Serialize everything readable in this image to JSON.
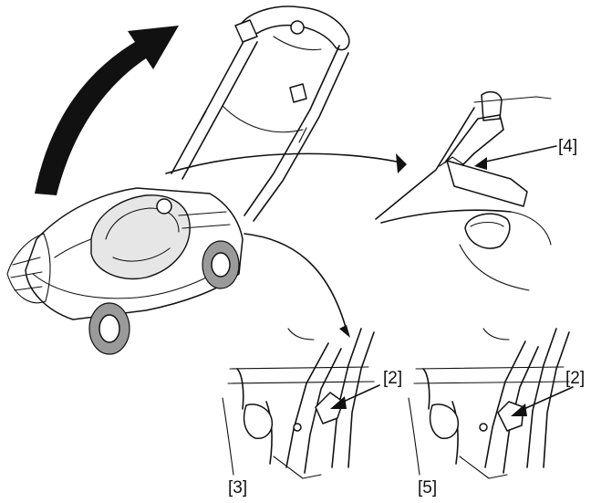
{
  "callouts": {
    "label_4": "[4]",
    "label_2_left": "[2]",
    "label_2_right": "[2]",
    "label_3": "[3]",
    "label_5": "[5]"
  }
}
